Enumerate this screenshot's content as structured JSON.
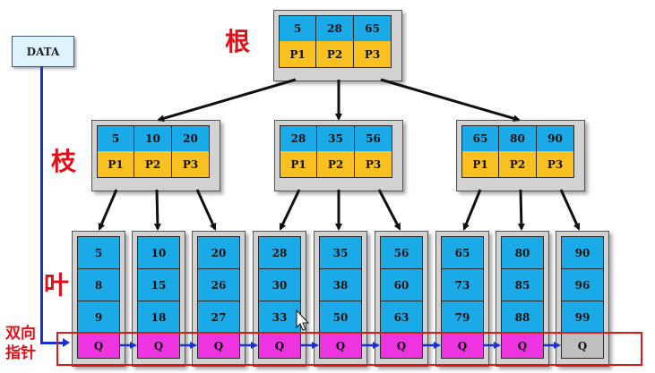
{
  "data_label": "DATA",
  "levels": {
    "root": "根",
    "branch": "枝",
    "leaf": "叶",
    "link_line1": "双向",
    "link_line2": "指针"
  },
  "root": {
    "keys": [
      "5",
      "28",
      "65"
    ],
    "ptrs": [
      "P1",
      "P2",
      "P3"
    ]
  },
  "branches": [
    {
      "keys": [
        "5",
        "10",
        "20"
      ],
      "ptrs": [
        "P1",
        "P2",
        "P3"
      ]
    },
    {
      "keys": [
        "28",
        "35",
        "56"
      ],
      "ptrs": [
        "P1",
        "P2",
        "P3"
      ]
    },
    {
      "keys": [
        "65",
        "80",
        "90"
      ],
      "ptrs": [
        "P1",
        "P2",
        "P3"
      ]
    }
  ],
  "leaves": [
    {
      "keys": [
        "5",
        "8",
        "9"
      ],
      "q": "Q"
    },
    {
      "keys": [
        "10",
        "15",
        "18"
      ],
      "q": "Q"
    },
    {
      "keys": [
        "20",
        "26",
        "27"
      ],
      "q": "Q"
    },
    {
      "keys": [
        "28",
        "30",
        "33"
      ],
      "q": "Q"
    },
    {
      "keys": [
        "35",
        "38",
        "50"
      ],
      "q": "Q"
    },
    {
      "keys": [
        "56",
        "60",
        "63"
      ],
      "q": "Q"
    },
    {
      "keys": [
        "65",
        "73",
        "79"
      ],
      "q": "Q"
    },
    {
      "keys": [
        "80",
        "85",
        "88"
      ],
      "q": "Q"
    },
    {
      "keys": [
        "90",
        "96",
        "99"
      ],
      "q": "Q"
    }
  ],
  "colors": {
    "key": "#1aaae8",
    "pointer": "#f8c020",
    "leaf_link": "#ee34e0",
    "last_link": "#bfbfbf",
    "label": "#e0101a",
    "arrow_blue": "#1c2fd0"
  }
}
